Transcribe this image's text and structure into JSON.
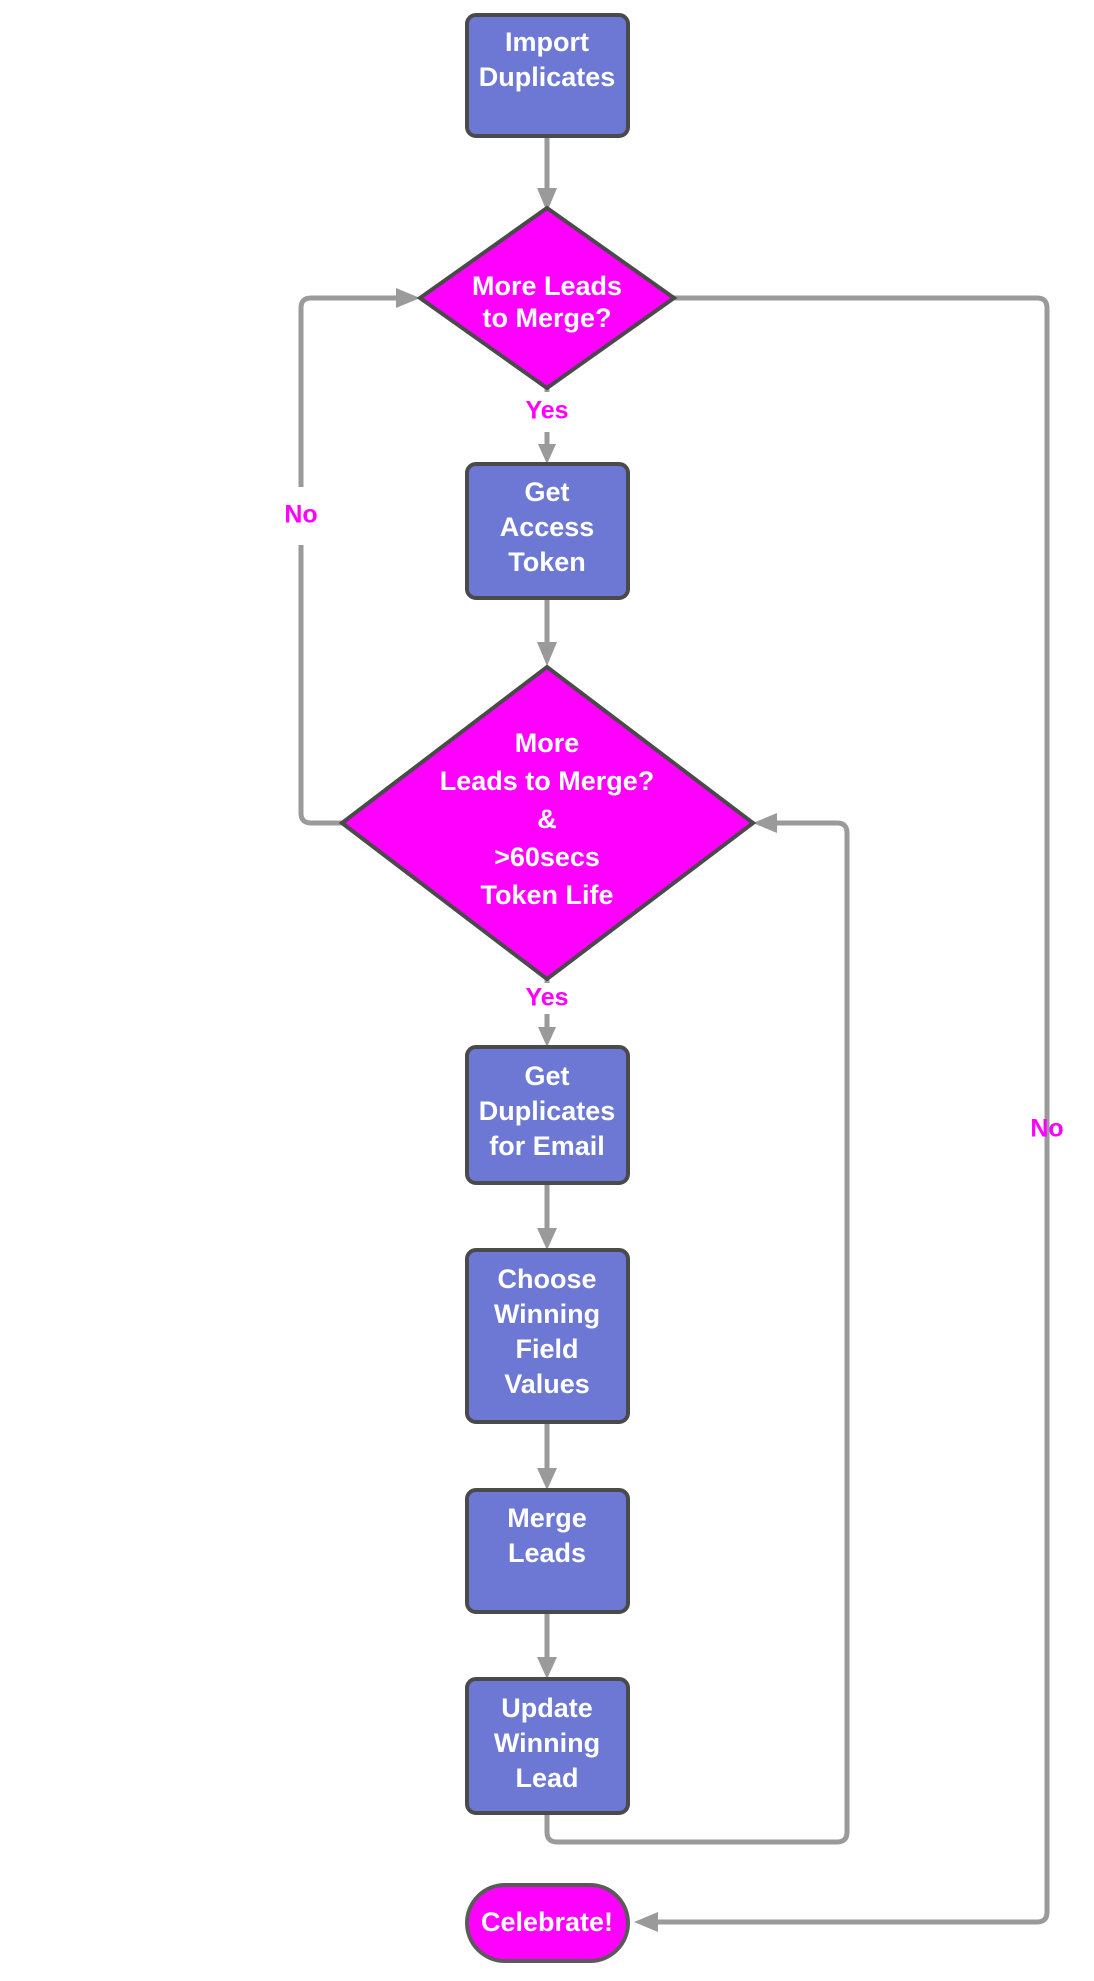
{
  "diagram": {
    "title": "Lead Duplicate Merge Flowchart",
    "type": "flowchart",
    "orientation": "top-to-bottom",
    "colors": {
      "process_fill": "#6c78d4",
      "decision_fill": "#ff00ff",
      "terminator_fill": "#ff00ff",
      "node_stroke": "#4a4a4a",
      "node_text": "#ffffff",
      "edge_stroke": "#9a9a9a",
      "edge_label_text": "#ff00ff",
      "background": "#ffffff"
    }
  },
  "nodes": [
    {
      "id": "import-duplicates",
      "shape": "process",
      "lines": [
        "Import",
        "Duplicates"
      ]
    },
    {
      "id": "more-leads-to-merge",
      "shape": "decision",
      "lines": [
        "More Leads",
        "to Merge?"
      ]
    },
    {
      "id": "get-access-token",
      "shape": "process",
      "lines": [
        "Get",
        "Access",
        "Token"
      ]
    },
    {
      "id": "more-leads-and-token-life",
      "shape": "decision",
      "lines": [
        "More",
        "Leads to Merge?",
        "&",
        ">60secs",
        "Token Life"
      ]
    },
    {
      "id": "get-duplicates-for-email",
      "shape": "process",
      "lines": [
        "Get",
        "Duplicates",
        "for Email"
      ]
    },
    {
      "id": "choose-winning-field-values",
      "shape": "process",
      "lines": [
        "Choose",
        "Winning",
        "Field",
        "Values"
      ]
    },
    {
      "id": "merge-leads",
      "shape": "process",
      "lines": [
        "Merge",
        "Leads"
      ]
    },
    {
      "id": "update-winning-lead",
      "shape": "process",
      "lines": [
        "Update",
        "Winning",
        "Lead"
      ]
    },
    {
      "id": "celebrate",
      "shape": "terminator",
      "lines": [
        "Celebrate!"
      ]
    }
  ],
  "edges": [
    {
      "id": "e1",
      "from": "import-duplicates",
      "to": "more-leads-to-merge",
      "label": ""
    },
    {
      "id": "e2",
      "from": "more-leads-to-merge",
      "to": "get-access-token",
      "label": "Yes"
    },
    {
      "id": "e3",
      "from": "more-leads-to-merge",
      "to": "celebrate",
      "label": "No"
    },
    {
      "id": "e4",
      "from": "get-access-token",
      "to": "more-leads-and-token-life",
      "label": ""
    },
    {
      "id": "e5",
      "from": "more-leads-and-token-life",
      "to": "get-duplicates-for-email",
      "label": "Yes"
    },
    {
      "id": "e6",
      "from": "more-leads-and-token-life",
      "to": "more-leads-to-merge",
      "label": "No"
    },
    {
      "id": "e7",
      "from": "get-duplicates-for-email",
      "to": "choose-winning-field-values",
      "label": ""
    },
    {
      "id": "e8",
      "from": "choose-winning-field-values",
      "to": "merge-leads",
      "label": ""
    },
    {
      "id": "e9",
      "from": "merge-leads",
      "to": "update-winning-lead",
      "label": ""
    },
    {
      "id": "e10",
      "from": "update-winning-lead",
      "to": "more-leads-and-token-life",
      "label": ""
    }
  ],
  "labels": {
    "yes_top": "Yes",
    "no_left": "No",
    "yes_mid": "Yes",
    "no_right": "No"
  },
  "text": {
    "import_l1": "Import",
    "import_l2": "Duplicates",
    "d1_l1": "More Leads",
    "d1_l2": "to Merge?",
    "token_l1": "Get",
    "token_l2": "Access",
    "token_l3": "Token",
    "d2_l1": "More",
    "d2_l2": "Leads to Merge?",
    "d2_l3": "&",
    "d2_l4": ">60secs",
    "d2_l5": "Token Life",
    "dup_l1": "Get",
    "dup_l2": "Duplicates",
    "dup_l3": "for Email",
    "choose_l1": "Choose",
    "choose_l2": "Winning",
    "choose_l3": "Field",
    "choose_l4": "Values",
    "merge_l1": "Merge",
    "merge_l2": "Leads",
    "update_l1": "Update",
    "update_l2": "Winning",
    "update_l3": "Lead",
    "celebrate_l1": "Celebrate!"
  }
}
